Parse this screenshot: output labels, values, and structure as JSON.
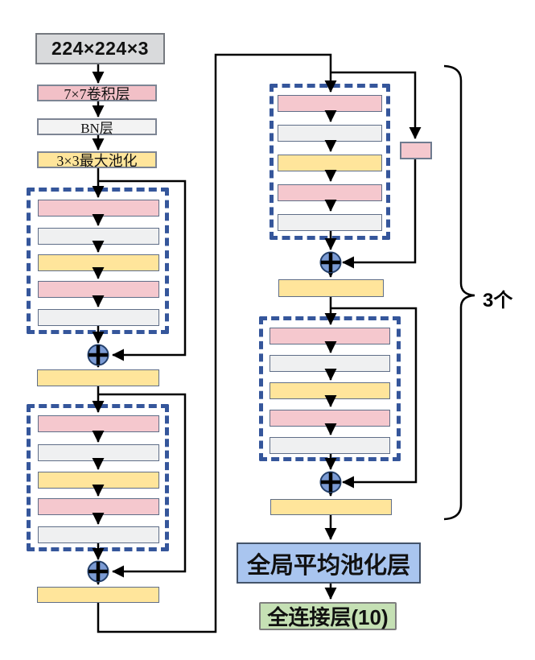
{
  "diagram": {
    "input_label": "224×224×3",
    "conv7_label": "7×7卷积层",
    "bn_label": "BN层",
    "pool_label": "3×3最大池化",
    "gap_label": "全局平均池化层",
    "fc_label": "全连接层(10)",
    "repeat_label": "3个"
  },
  "blocks": {
    "residual_bar_colors": [
      "pink",
      "gray_bar",
      "yellow",
      "pink",
      "gray_bar"
    ]
  },
  "palette": {
    "pink": "#F5C8CE",
    "pink_deep": "#F2C0C7",
    "gray_bar": "#EFF0F1",
    "yellow": "#FFE59B",
    "input_gray": "#D9DADC",
    "blue_box": "#A9C5EF",
    "green_box": "#C5E0B4",
    "dash_blue": "#35569B",
    "plus_fill": "#7B9BD4",
    "plus_border": "#24406B",
    "bar_border": "#5F6E88"
  }
}
